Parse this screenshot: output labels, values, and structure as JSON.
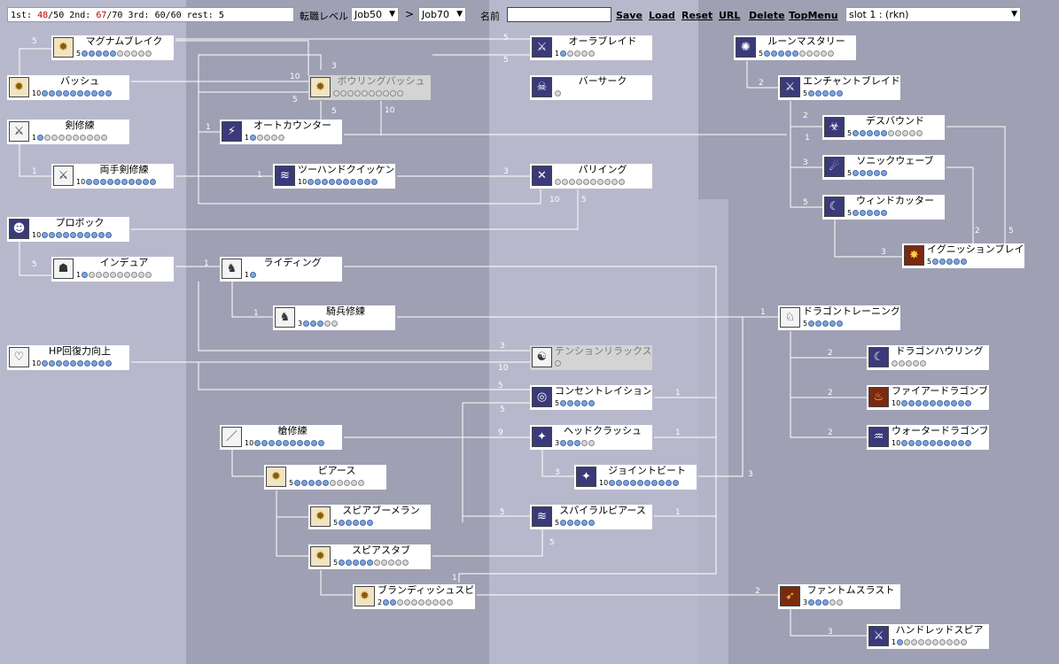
{
  "header": {
    "points_prefix": "1st: ",
    "points_1st": "48",
    "points_sep1": "/50  2nd: ",
    "points_2nd": "67",
    "points_sep2": "/70  3rd: 60/60  rest: 5",
    "job_label": "転職レベル",
    "job_from": "Job50",
    "job_arrow": ">",
    "job_to": "Job70",
    "name_label": "名前",
    "name_value": "",
    "links": {
      "save": "Save",
      "load": "Load",
      "reset": "Reset",
      "url": "URL",
      "delete": "Delete",
      "topmenu": "TopMenu"
    },
    "slot": "slot 1 : (rkn)"
  },
  "colors": {
    "bg_dark": "#a0a0b4",
    "bg_mid": "#aaaabe",
    "bg_light": "#b8b8cc",
    "dot_on": "#7ea6de",
    "dot_off": "#d8d8d8",
    "accent_red": "#c00000"
  },
  "skills": [
    {
      "name": "マグナムブレイク",
      "level": 5,
      "max": 10,
      "icon": "magnum-break-icon",
      "glyph": "✹",
      "style": "warm"
    },
    {
      "name": "バッシュ",
      "level": 10,
      "max": 10,
      "icon": "bash-icon",
      "glyph": "✹",
      "style": "warm"
    },
    {
      "name": "剣修練",
      "level": 1,
      "max": 10,
      "icon": "sword-mastery-icon",
      "glyph": "⚔",
      "style": "light"
    },
    {
      "name": "両手剣修練",
      "level": 10,
      "max": 10,
      "icon": "two-hand-mastery-icon",
      "glyph": "⚔",
      "style": "light"
    },
    {
      "name": "プロボック",
      "level": 10,
      "max": 10,
      "icon": "provoke-icon",
      "glyph": "☻"
    },
    {
      "name": "インデュア",
      "level": 1,
      "max": 10,
      "icon": "endure-icon",
      "glyph": "☗",
      "style": "light"
    },
    {
      "name": "HP回復力向上",
      "level": 10,
      "max": 10,
      "icon": "hp-recovery-icon",
      "glyph": "♡",
      "style": "light"
    },
    {
      "name": "ボウリングバッシュ",
      "level": 0,
      "max": 10,
      "icon": "bowling-bash-icon",
      "glyph": "✹",
      "style": "warm",
      "dim": true
    },
    {
      "name": "オートカウンター",
      "level": 1,
      "max": 5,
      "icon": "auto-counter-icon",
      "glyph": "⚡"
    },
    {
      "name": "ツーハンドクイッケン",
      "level": 10,
      "max": 10,
      "icon": "two-hand-quicken-icon",
      "glyph": "≋"
    },
    {
      "name": "ライディング",
      "level": 1,
      "max": 1,
      "icon": "riding-icon",
      "glyph": "♞",
      "style": "light"
    },
    {
      "name": "騎兵修練",
      "level": 3,
      "max": 5,
      "icon": "cavalier-mastery-icon",
      "glyph": "♞",
      "style": "light"
    },
    {
      "name": "槍修練",
      "level": 10,
      "max": 10,
      "icon": "spear-mastery-icon",
      "glyph": "／",
      "style": "light"
    },
    {
      "name": "ピアース",
      "level": 5,
      "max": 10,
      "icon": "pierce-icon",
      "glyph": "✹",
      "style": "warm"
    },
    {
      "name": "スピアブーメラン",
      "level": 5,
      "max": 5,
      "icon": "spear-boomerang-icon",
      "glyph": "✹",
      "style": "warm"
    },
    {
      "name": "スピアスタブ",
      "level": 5,
      "max": 10,
      "icon": "spear-stab-icon",
      "glyph": "✹",
      "style": "warm"
    },
    {
      "name": "ブランディッシュスピア",
      "level": 2,
      "max": 10,
      "icon": "brandish-spear-icon",
      "glyph": "✹",
      "style": "warm"
    },
    {
      "name": "オーラブレイド",
      "level": 1,
      "max": 5,
      "icon": "aura-blade-icon",
      "glyph": "⚔"
    },
    {
      "name": "バーサーク",
      "level": 0,
      "max": 1,
      "icon": "berserk-icon",
      "glyph": "☠"
    },
    {
      "name": "パリイング",
      "level": 0,
      "max": 10,
      "icon": "parrying-icon",
      "glyph": "✕"
    },
    {
      "name": "テンションリラックス",
      "level": 0,
      "max": 1,
      "icon": "tension-relax-icon",
      "glyph": "☯",
      "style": "light",
      "dim": true
    },
    {
      "name": "コンセントレイション",
      "level": 5,
      "max": 5,
      "icon": "concentration-icon",
      "glyph": "◎"
    },
    {
      "name": "ヘッドクラッシュ",
      "level": 3,
      "max": 5,
      "icon": "head-crush-icon",
      "glyph": "✦"
    },
    {
      "name": "ジョイントビート",
      "level": 10,
      "max": 10,
      "icon": "joint-beat-icon",
      "glyph": "✦"
    },
    {
      "name": "スパイラルピアース",
      "level": 5,
      "max": 5,
      "icon": "spiral-pierce-icon",
      "glyph": "≋"
    },
    {
      "name": "ルーンマスタリー",
      "level": 5,
      "max": 10,
      "icon": "rune-mastery-icon",
      "glyph": "✺"
    },
    {
      "name": "エンチャントブレイド",
      "level": 5,
      "max": 5,
      "icon": "enchant-blade-icon",
      "glyph": "⚔"
    },
    {
      "name": "デスバウンド",
      "level": 5,
      "max": 10,
      "icon": "death-bound-icon",
      "glyph": "☣"
    },
    {
      "name": "ソニックウェーブ",
      "level": 5,
      "max": 5,
      "icon": "sonic-wave-icon",
      "glyph": "☄"
    },
    {
      "name": "ウィンドカッター",
      "level": 5,
      "max": 5,
      "icon": "wind-cutter-icon",
      "glyph": "☾"
    },
    {
      "name": "イグニッションブレイク",
      "level": 5,
      "max": 5,
      "icon": "ignition-break-icon",
      "glyph": "✸",
      "style": "fire"
    },
    {
      "name": "ドラゴントレーニング",
      "level": 5,
      "max": 5,
      "icon": "dragon-training-icon",
      "glyph": "♘",
      "style": "light"
    },
    {
      "name": "ドラゴンハウリング",
      "level": 0,
      "max": 5,
      "icon": "dragon-howling-icon",
      "glyph": "☾"
    },
    {
      "name": "ファイアードラゴンブレス",
      "level": 10,
      "max": 10,
      "icon": "fire-dragon-breath-icon",
      "glyph": "♨",
      "style": "fire"
    },
    {
      "name": "ウォータードラゴンブレス",
      "level": 10,
      "max": 10,
      "icon": "water-dragon-breath-icon",
      "glyph": "♒"
    },
    {
      "name": "ファントムスラスト",
      "level": 3,
      "max": 5,
      "icon": "phantom-thrust-icon",
      "glyph": "➶",
      "style": "fire"
    },
    {
      "name": "ハンドレッドスピア",
      "level": 1,
      "max": 10,
      "icon": "hundred-spear-icon",
      "glyph": "⚔"
    }
  ],
  "prereq_labels": [
    "5",
    "10",
    "5",
    "3",
    "5",
    "10",
    "1",
    "1",
    "3",
    "10",
    "5",
    "5",
    "1",
    "1",
    "1",
    "3",
    "10",
    "5",
    "5",
    "5",
    "9",
    "3",
    "5",
    "5",
    "1",
    "1",
    "1",
    "1",
    "5",
    "3",
    "2",
    "2",
    "1",
    "3",
    "5",
    "2",
    "5",
    "3",
    "2",
    "2",
    "2",
    "2",
    "3",
    "1"
  ]
}
